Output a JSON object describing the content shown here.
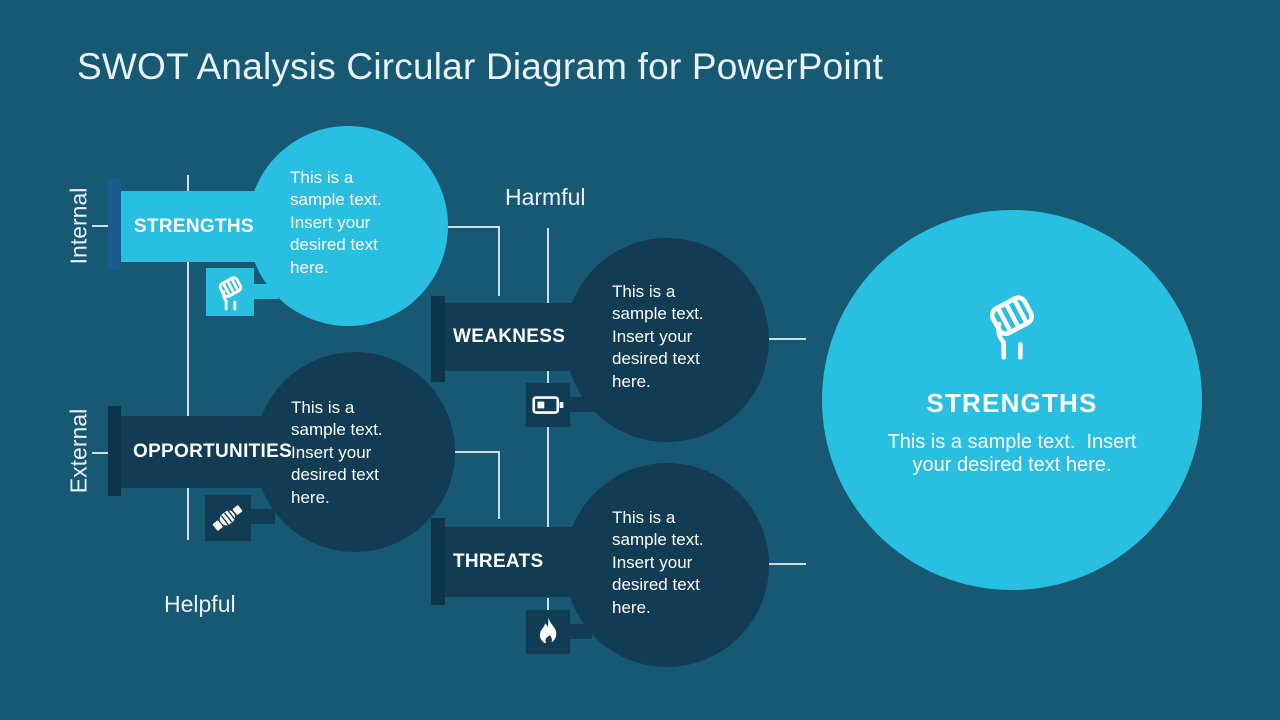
{
  "slide": {
    "title": "SWOT Analysis Circular Diagram for PowerPoint",
    "axes": {
      "internal": "Internal",
      "external": "External",
      "harmful": "Harmful",
      "helpful": "Helpful"
    },
    "sample_text": "This is a sample text. Insert your desired text here.",
    "quadrants": [
      {
        "label": "STRENGTHS",
        "icon": "fist-icon"
      },
      {
        "label": "WEAKNESS",
        "icon": "battery-icon"
      },
      {
        "label": "OPPORTUNITIES",
        "icon": "handshake-icon"
      },
      {
        "label": "THREATS",
        "icon": "flame-icon"
      }
    ],
    "detail": {
      "label": "STRENGTHS",
      "text": "This is a sample text.  Insert your desired text here.",
      "icon": "fist-icon"
    },
    "colors": {
      "background": "#175873",
      "accent_cyan": "#29bfe0",
      "dark_navy": "#123c54",
      "bracket_navy": "#0e344a",
      "bracket_blue": "#1a5a8c",
      "connector": "#dce8ee",
      "text": "#ffffff"
    }
  }
}
